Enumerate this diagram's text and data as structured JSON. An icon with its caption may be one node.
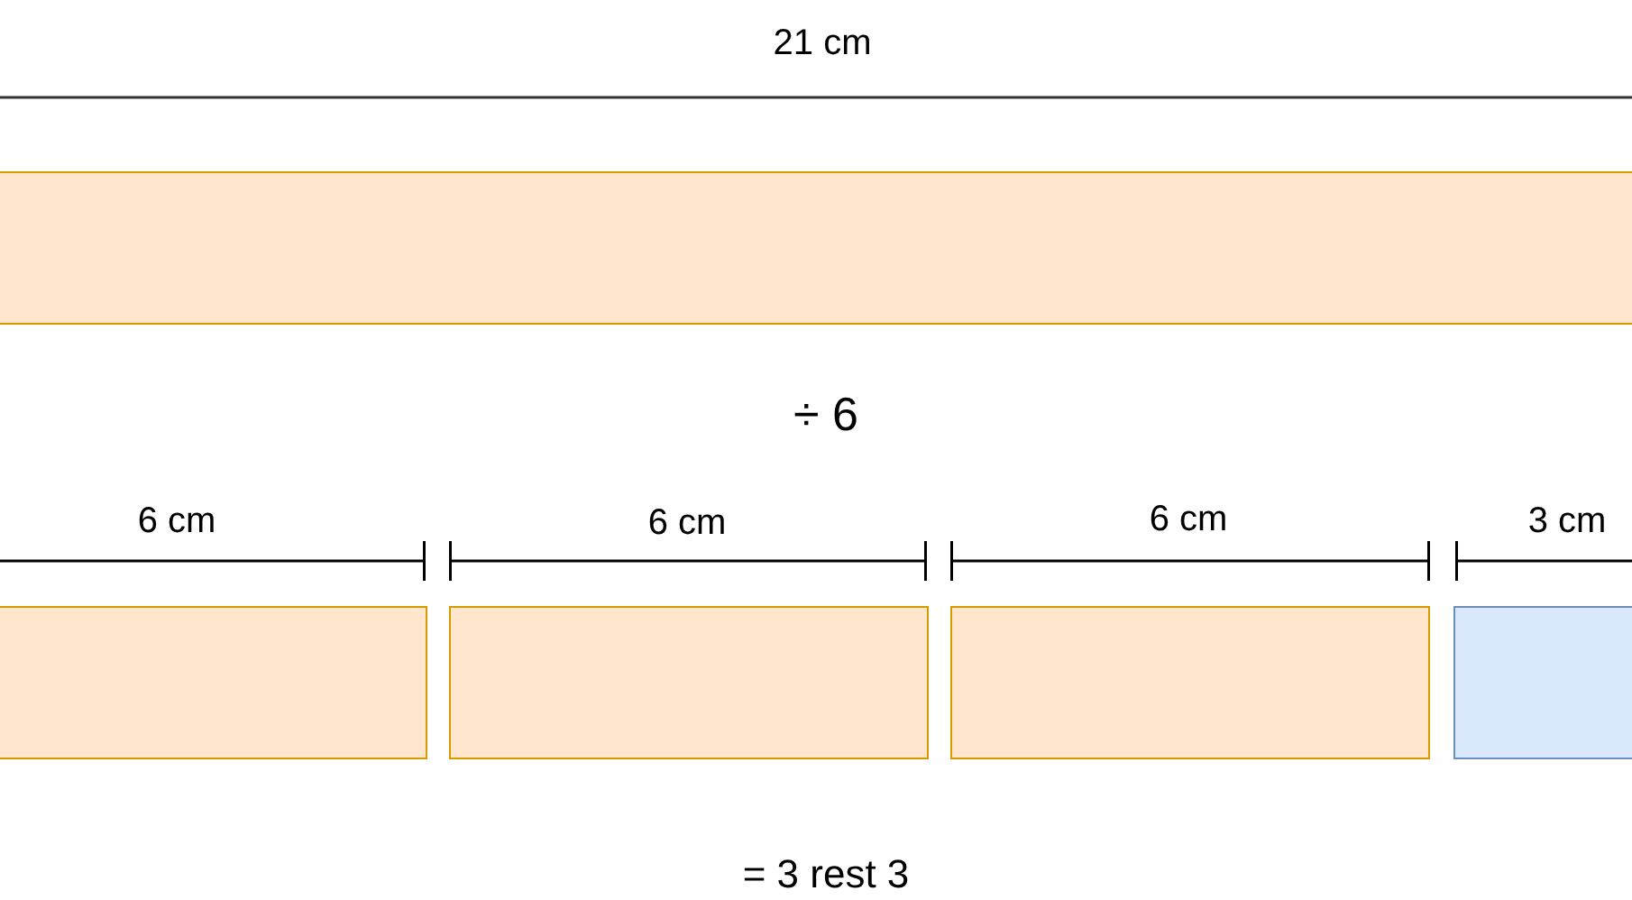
{
  "diagram": {
    "nodes": [
      {
        "text": [],
        "shape": "box"
      },
      {
        "text": [],
        "shape": "box"
      },
      {
        "text": [],
        "shape": "box"
      },
      {
        "text": [],
        "shape": "box"
      },
      {
        "text": [],
        "shape": "box"
      }
    ],
    "labels": [
      "21 cm",
      "÷ 6",
      "6 cm",
      "6 cm",
      "6 cm",
      "3 cm",
      "= 3 rest 3"
    ]
  }
}
